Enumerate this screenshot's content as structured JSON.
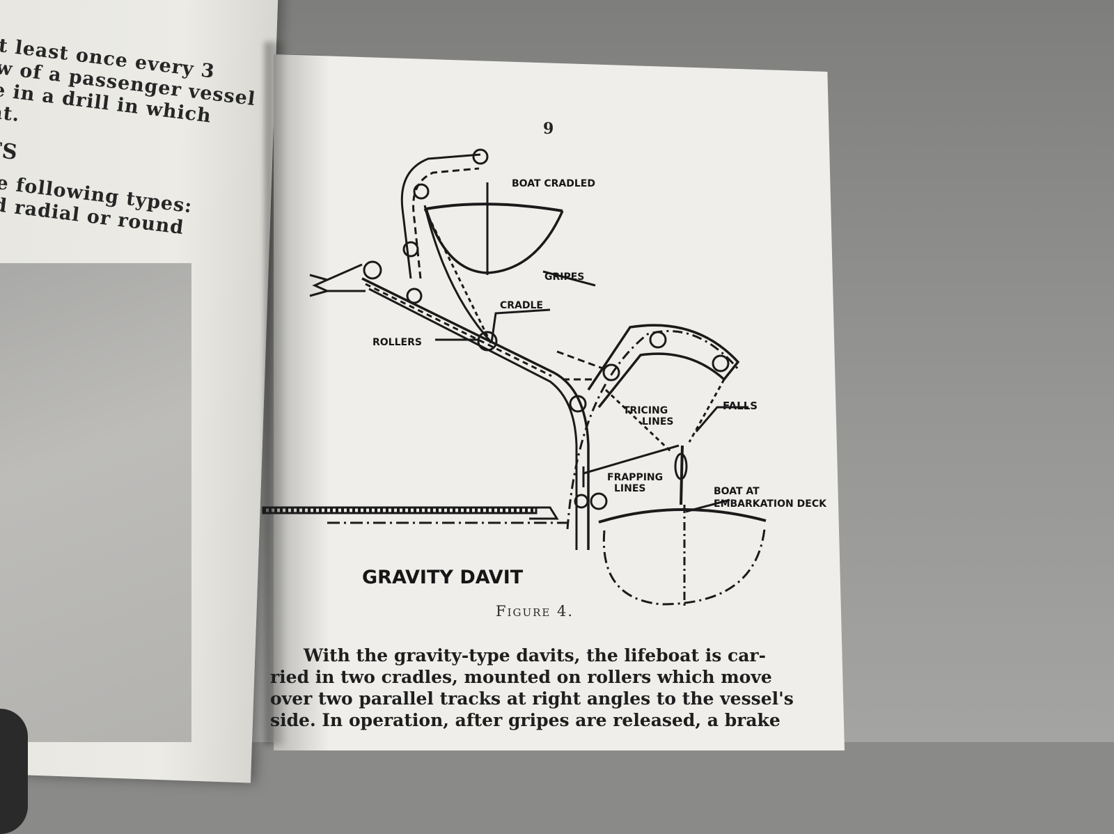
{
  "left_page": {
    "lines": [
      "t least once every 3",
      "w of a passenger vessel",
      "e in a drill in which",
      "at."
    ],
    "heading": "TS",
    "lines2": [
      "he following types:",
      "nd radial or round"
    ]
  },
  "right_page": {
    "page_number": "9",
    "figure": {
      "labels": {
        "boat_cradled": "BOAT CRADLED",
        "gripes": "GRIPES",
        "cradle": "CRADLE",
        "rollers": "ROLLERS",
        "tricing_lines_1": "TRICING",
        "tricing_lines_2": "LINES",
        "falls": "FALLS",
        "frapping_lines_1": "FRAPPING",
        "frapping_lines_2": "LINES",
        "boat_at_1": "BOAT AT",
        "boat_at_2": "EMBARKATION DECK",
        "title": "GRAVITY DAVIT"
      },
      "caption": "Figure 4."
    },
    "body_lines": [
      "With the gravity-type davits, the lifeboat is car-",
      "ried in two cradles, mounted on rollers which move",
      "over two parallel tracks at right angles to the vessel's",
      "side.  In operation, after gripes are released, a brake"
    ]
  }
}
